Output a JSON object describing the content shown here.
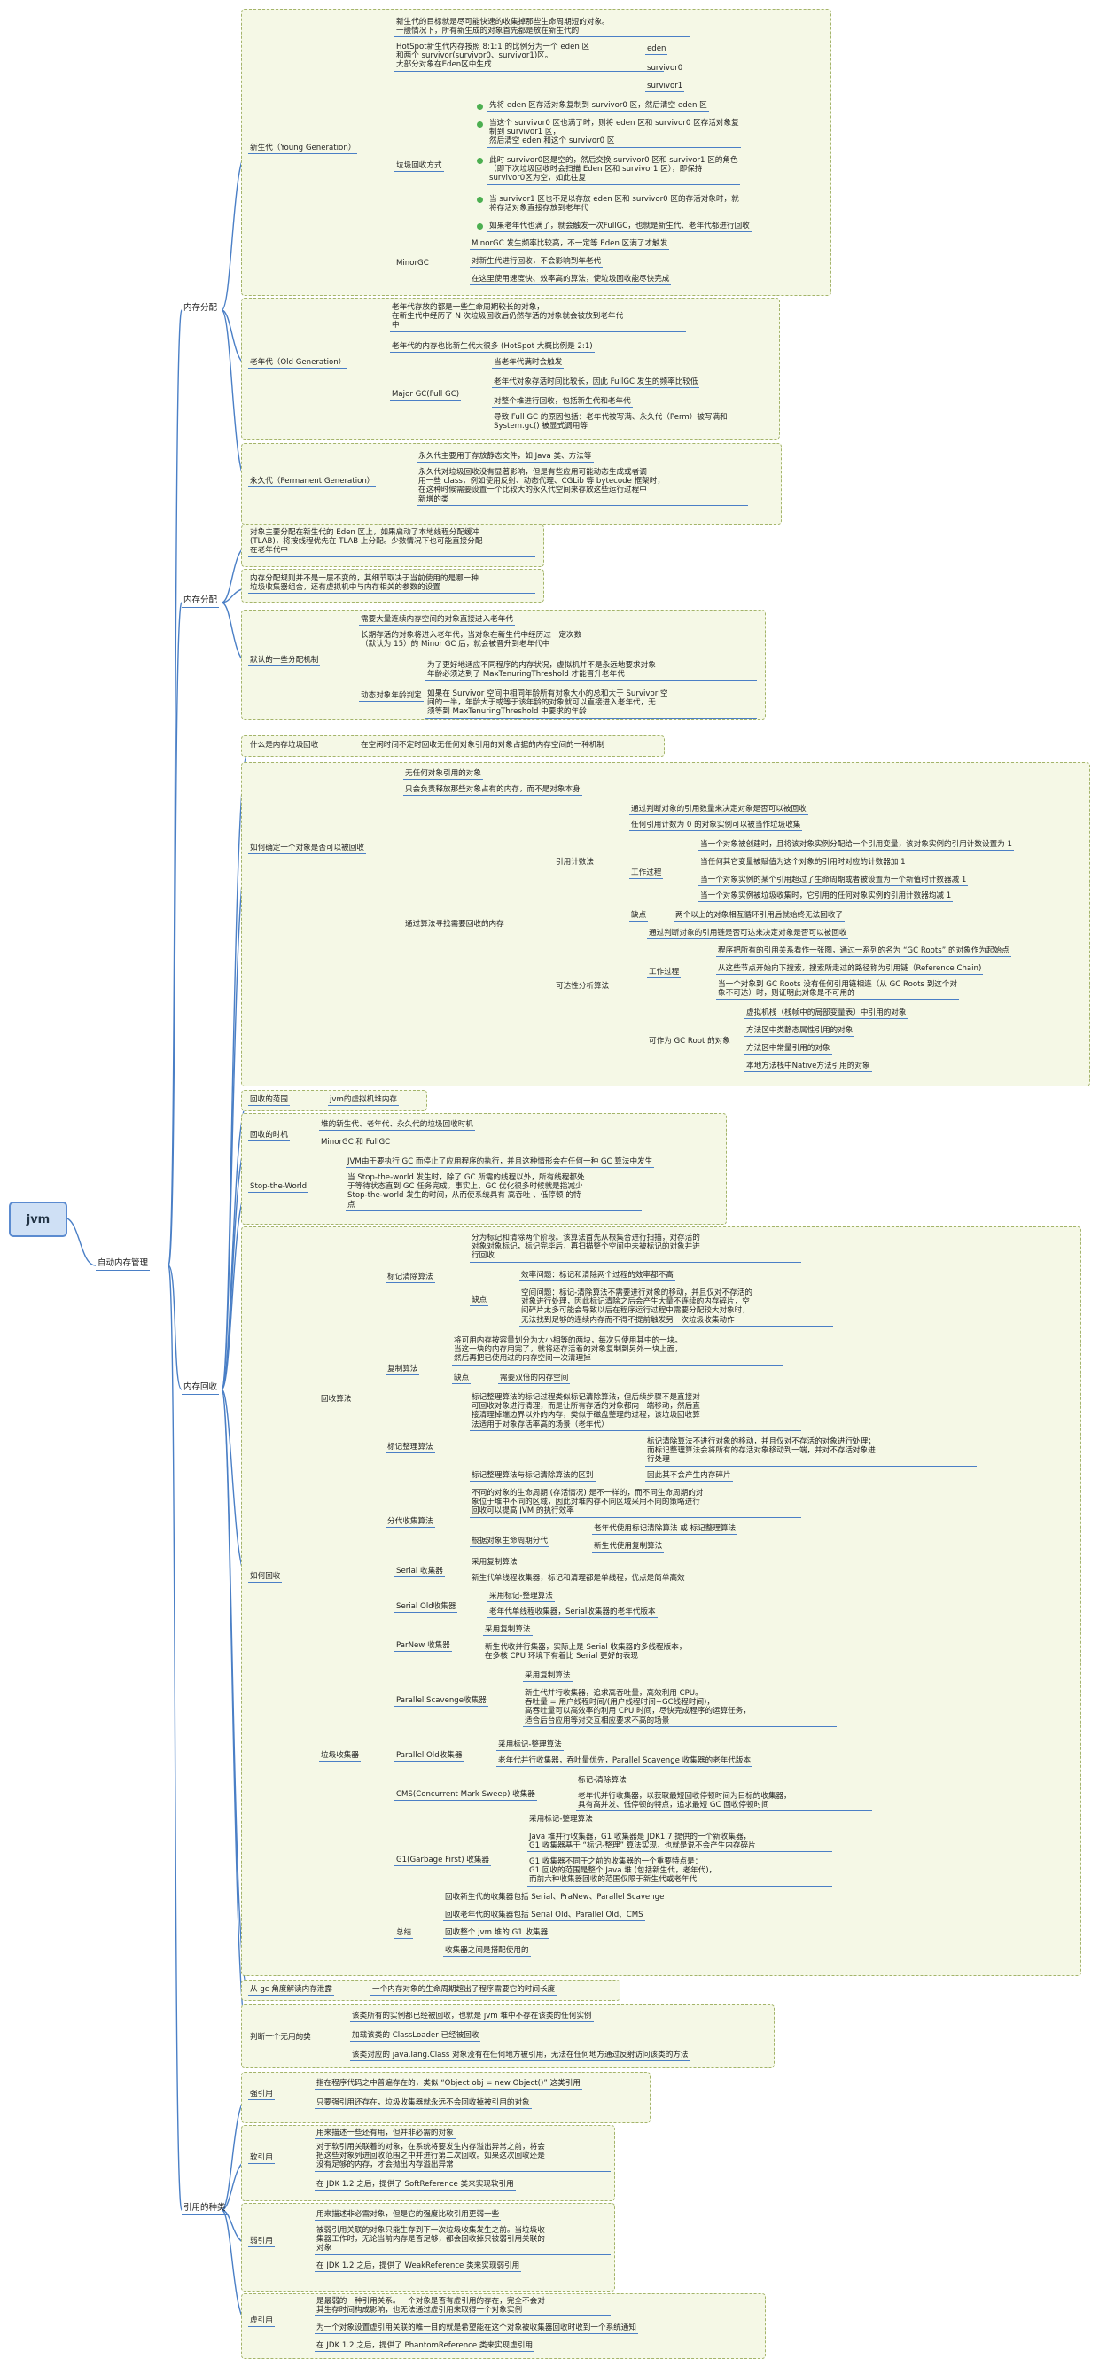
{
  "root": "jvm",
  "branch_auto": "自动内存管理",
  "c_alloc": "内存分配",
  "c_policy": "内存分配",
  "c_gc": "内存回收",
  "c_ref": "引用的种类",
  "young": {
    "label": "新生代（Young Generation）",
    "desc": "新生代的目标就是尽可能快速的收集掉那些生命周期短的对象。\n一般情况下，所有新生成的对象首先都是放在新生代的",
    "hotspot": "HotSpot新生代内存按照 8:1:1 的比例分为一个 eden 区\n和两个 survivor(survivor0、survivor1)区。\n大部分对象在Eden区中生成",
    "eden": "eden",
    "s0": "survivor0",
    "s1": "survivor1",
    "gcway": "垃圾回收方式",
    "gc_steps": [
      "先将 eden 区存活对象复制到 survivor0 区，然后清空 eden 区",
      "当这个 survivor0 区也满了时，则将 eden 区和 survivor0 区存活对象复\n制到 survivor1 区，\n然后清空 eden 和这个 survivor0 区",
      "此时 survivor0区是空的，然后交换 survivor0 区和 survivor1 区的角色\n（即下次垃圾回收时会扫描 Eden 区和 survivor1 区），即保持\nsurvivor0区为空，如此往复",
      "当 survivor1 区也不足以存放 eden 区和 survivor0 区的存活对象时，就\n将存活对象直接存放到老年代",
      "如果老年代也满了，就会触发一次FullGC，也就是新生代、老年代都进行回收"
    ],
    "minorgc": "MinorGC",
    "minor": [
      "MinorGC 发生频率比较高，不一定等 Eden 区满了才触发",
      "对新生代进行回收，不会影响到年老代",
      "在这里使用速度快、效率高的算法，使垃圾回收能尽快完成"
    ]
  },
  "old": {
    "label": "老年代（Old Generation）",
    "a": "老年代存放的都是一些生命周期较长的对象，\n在新生代中经历了 N 次垃圾回收后仍然存活的对象就会被放到老年代\n中",
    "b": "老年代的内存也比新生代大很多 (HotSpot 大概比例是 2:1)",
    "major": "Major GC(Full GC)",
    "m": [
      "当老年代满时会触发",
      "老年代对象存活时间比较长，因此 FullGC 发生的频率比较低",
      "对整个堆进行回收，包括新生代和老年代",
      "导致 Full GC 的原因包括：老年代被写满、永久代（Perm）被写满和\nSystem.gc() 被显式调用等"
    ]
  },
  "perm": {
    "label": "永久代（Permanent Generation）",
    "a": "永久代主要用于存放静态文件，如 Java 类、方法等",
    "b": "永久代对垃圾回收没有显著影响，但是有些应用可能动态生成或者调\n用一些 class，例如使用反射、动态代理、CGLib 等 bytecode 框架时，\n在这种时候需要设置一个比较大的永久代空间来存放这些运行过程中\n新增的类"
  },
  "policy": {
    "a": "对象主要分配在新生代的 Eden 区上，如果启动了本地线程分配缓冲\n(TLAB)，将按线程优先在 TLAB 上分配。少数情况下也可能直接分配\n在老年代中",
    "b": "内存分配规则并不是一层不变的，其细节取决于当前使用的是哪一种\n垃圾收集器组合，还有虚拟机中与内存相关的参数的设置",
    "def": "默认的一些分配机制",
    "d1": "需要大量连续内存空间的对象直接进入老年代",
    "d2": "长期存活的对象将进入老年代，当对象在新生代中经历过一定次数\n（默认为 15）的 Minor GC 后，就会被晋升到老年代中",
    "dyn": "动态对象年龄判定",
    "dyn1": "为了更好地适应不同程序的内存状况，虚拟机并不是永远地要求对象\n年龄必须达到了 MaxTenuringThreshold 才能晋升老年代",
    "dyn2": "如果在 Survivor 空间中相同年龄所有对象大小的总和大于 Survivor 空\n间的一半，年龄大于或等于该年龄的对象就可以直接进入老年代，无\n须等到 MaxTenuringThreshold 中要求的年龄"
  },
  "what": {
    "label": "什么是内存垃圾回收",
    "desc": "在空闲时间不定时回收无任何对象引用的对象占据的内存空间的一种机制"
  },
  "alive": {
    "label": "如何确定一个对象是否可以被回收",
    "a": "无任何对象引用的对象",
    "b": "只会负责释放那些对象占有的内存，而不是对象本身",
    "algo": "通过算法寻找需要回收的内存",
    "rc": "引用计数法",
    "rc1": "通过判断对象的引用数量来决定对象是否可以被回收",
    "rc2": "任何引用计数为 0 的对象实例可以被当作垃圾收集",
    "rcwork": "工作过程",
    "rcw": [
      "当一个对象被创建时，且将该对象实例分配给一个引用变量，该对象实例的引用计数设置为 1",
      "当任何其它变量被赋值为这个对象的引用时对应的计数器加 1",
      "当一个对象实例的某个引用超过了生命周期或者被设置为一个新值时计数器减 1",
      "当一个对象实例被垃圾收集时，它引用的任何对象实例的引用计数器均减 1"
    ],
    "rcbad": "缺点",
    "rcbad1": "两个以上的对象相互循环引用后就始终无法回收了",
    "reach": "可达性分析算法",
    "reach1": "通过判断对象的引用链是否可达来决定对象是否可以被回收",
    "rwork": "工作过程",
    "rw1": "程序把所有的引用关系看作一张图，通过一系列的名为 “GC Roots” 的对象作为起始点",
    "rw2": "从这些节点开始向下搜索，搜索所走过的路径称为引用链（Reference Chain)",
    "rw3": "当一个对象到 GC Roots 没有任何引用链相连（从 GC Roots 到这个对\n象不可达）时，则证明此对象是不可用的",
    "roots": "可作为 GC Root 的对象",
    "roots_items": [
      "虚拟机栈（栈帧中的局部变量表）中引用的对象",
      "方法区中类静态属性引用的对象",
      "方法区中常量引用的对象",
      "本地方法栈中Native方法引用的对象"
    ]
  },
  "scope": {
    "label": "回收的范围",
    "desc": "jvm的虚拟机堆内存"
  },
  "timing": {
    "label": "回收的时机",
    "a": "堆的新生代、老年代、永久代的垃圾回收时机",
    "b": "MinorGC 和 FullGC"
  },
  "stw": {
    "label": "Stop-the-World",
    "a": "JVM由于要执行 GC 而停止了应用程序的执行，并且这种情形会在任何一种 GC 算法中发生",
    "b": "当 Stop-the-world 发生时，除了 GC 所需的线程以外，所有线程都处\n于等待状态直到 GC 任务完成。事实上，GC 优化很多时候就是指减少\nStop-the-world 发生的时间，从而使系统具有 高吞吐 、低停顿 的特\n点"
  },
  "how": {
    "label": "如何回收",
    "alg": "回收算法",
    "ms": "标记清除算法",
    "ms1": "分为标记和清除两个阶段。该算法首先从根集合进行扫描，对存活的\n对象对象标记，标记完毕后，再扫描整个空间中未被标记的对象并进\n行回收",
    "ms_bad": "缺点",
    "ms_bad1": "效率问题：标记和清除两个过程的效率都不高",
    "ms_bad2": "空间问题：标记-清除算法不需要进行对象的移动，并且仅对不存活的\n对象进行处理，因此标记清除之后会产生大量不连续的内存碎片，空\n间碎片太多可能会导致以后在程序运行过程中需要分配较大对象时，\n无法找到足够的连续内存而不得不提前触发另一次垃圾收集动作",
    "cp": "复制算法",
    "cp1": "将可用内存按容量划分为大小相等的两块，每次只使用其中的一块。\n当这一块的内存用完了，就将还存活着的对象复制到另外一块上面，\n然后再把已使用过的内存空间一次清理掉",
    "cp_bad": "缺点",
    "cp_bad1": "需要双倍的内存空间",
    "mc": "标记整理算法",
    "mc1": "标记整理算法的标记过程类似标记清除算法，但后续步骤不是直接对\n可回收对象进行清理，而是让所有存活的对象都向一端移动，然后直\n接清理掉端边界以外的内存，类似于磁盘整理的过程，该垃圾回收算\n法适用于对象存活率高的场景（老年代）",
    "mc_diff": "标记整理算法与标记清除算法的区别",
    "mc_diff1": "标记清除算法不进行对象的移动，并且仅对不存活的对象进行处理；\n而标记整理算法会将所有的存活对象移动到一端，并对不存活对象进\n行处理",
    "mc_diff2": "因此其不会产生内存碎片",
    "gen": "分代收集算法",
    "gen1": "不同的对象的生命周期 (存活情况) 是不一样的，而不同生命周期的对\n象位于堆中不同的区域，因此对堆内存不同区域采用不同的策略进行\n回收可以提高 JVM 的执行效率",
    "gen2": "根据对象生命周期分代",
    "gen2a": "老年代使用标记清除算法 或 标记整理算法",
    "gen2b": "新生代使用复制算法",
    "col": "垃圾收集器",
    "serial": "Serial 收集器",
    "serial1": "采用复制算法",
    "serial2": "新生代单线程收集器，标记和清理都是单线程，优点是简单高效",
    "serialold": "Serial Old收集器",
    "serialold1": "采用标记-整理算法",
    "serialold2": "老年代单线程收集器，Serial收集器的老年代版本",
    "parnew": "ParNew 收集器",
    "parnew1": "采用复制算法",
    "parnew2": "新生代收并行集器，实际上是 Serial 收集器的多线程版本，\n在多核 CPU 环境下有着比 Serial 更好的表现",
    "ps": "Parallel Scavenge收集器",
    "ps1": "采用复制算法",
    "ps2": "新生代并行收集器，追求高吞吐量，高效利用 CPU。\n吞吐量 = 用户线程时间/(用户线程时间+GC线程时间)，\n高吞吐量可以高效率的利用 CPU 时间，尽快完成程序的运算任务，\n适合后台应用等对交互相应要求不高的场景",
    "po": "Parallel Old收集器",
    "po1": "采用标记-整理算法",
    "po2": "老年代并行收集器，吞吐量优先，Parallel Scavenge 收集器的老年代版本",
    "cms": "CMS(Concurrent Mark Sweep) 收集器",
    "cms1": "标记-清除算法",
    "cms2": "老年代并行收集器，以获取最短回收停顿时间为目标的收集器，\n具有高并发、低停顿的特点，追求最短 GC 回收停顿时间",
    "g1": "G1(Garbage First) 收集器",
    "g11": "采用标记-整理算法",
    "g12": "Java 堆并行收集器，G1 收集器是 JDK1.7 提供的一个新收集器，\nG1 收集器基于 “标记-整理” 算法实现，也就是说不会产生内存碎片",
    "g13": "G1 收集器不同于之前的收集器的一个重要特点是：\nG1 回收的范围是整个 Java 堆 (包括新生代，老年代)，\n而前六种收集器回收的范围仅限于新生代或老年代",
    "sum": "总结",
    "sums": [
      "回收新生代的收集器包括 Serial、PraNew、Parallel Scavenge",
      "回收老年代的收集器包括 Serial Old、Parallel Old、CMS",
      "回收整个 jvm 堆的 G1 收集器",
      "收集器之间是搭配使用的"
    ]
  },
  "gcview": {
    "label": "从 gc 角度解读内存泄露",
    "desc": "一个内存对象的生命周期超出了程序需要它的时间长度"
  },
  "useless": {
    "label": "判断一个无用的类",
    "items": [
      "该类所有的实例都已经被回收，也就是 jvm 堆中不存在该类的任何实例",
      "加载该类的 ClassLoader 已经被回收",
      "该类对应的 java.lang.Class 对象没有在任何地方被引用，无法在任何地方通过反射访问该类的方法"
    ]
  },
  "refs": {
    "strong": "强引用",
    "strong1": "指在程序代码之中普遍存在的，类似 “Object obj = new Object()” 这类引用",
    "strong2": "只要强引用还存在，垃圾收集器就永远不会回收掉被引用的对象",
    "soft": "软引用",
    "soft1": "用来描述一些还有用，但并非必需的对象",
    "soft2": "对于软引用关联着的对象，在系统将要发生内存溢出异常之前，将会\n把这些对象列进回收范围之中并进行第二次回收。如果这次回收还是\n没有足够的内存，才会抛出内存溢出异常",
    "soft3": "在 JDK 1.2 之后，提供了 SoftReference 类来实现软引用",
    "weak": "弱引用",
    "weak1": "用来描述非必需对象，但是它的强度比软引用更弱一些",
    "weak2": "被弱引用关联的对象只能生存到下一次垃圾收集发生之前。当垃圾收\n集器工作时，无论当前内存是否足够，都会回收掉只被弱引用关联的\n对象",
    "weak3": "在 JDK 1.2 之后，提供了 WeakReference 类来实现弱引用",
    "phantom": "虚引用",
    "ph1": "是最弱的一种引用关系。一个对象是否有虚引用的存在，完全不会对\n其生存时间构成影响，也无法通过虚引用来取得一个对象实例",
    "ph2": "为一个对象设置虚引用关联的唯一目的就是希望能在这个对象被收集器回收时收到一个系统通知",
    "ph3": "在 JDK 1.2 之后，提供了 PhantomReference 类来实现虚引用"
  },
  "colors": {
    "line": "#4a7fc6",
    "group_bg": "#f5f8e6",
    "group_border": "#a4b46a",
    "root_bg": "#cfe0f5",
    "dot": "#4caf50"
  }
}
